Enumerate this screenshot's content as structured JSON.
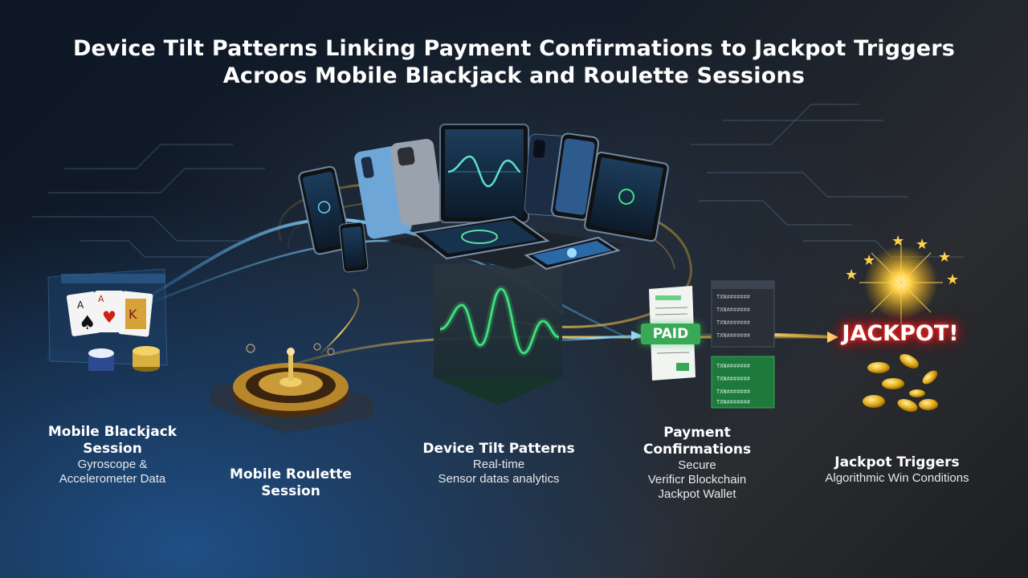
{
  "title": {
    "line1": "Device Tilt Patterns Linking Payment Confirmations to Jackpot Triggers",
    "line2": "Acroos Mobile Blackjack and Roulette Sessions"
  },
  "stages": {
    "blackjack": {
      "heading_line1": "Mobile Blackjack",
      "heading_line2": "Session",
      "sub_line1": "Gyroscope &",
      "sub_line2": "Accelerometer Data"
    },
    "roulette": {
      "heading_line1": "Mobile Roulette",
      "heading_line2": "Session"
    },
    "tilt": {
      "heading": "Device Tilt Patterns",
      "sub_line1": "Real-time",
      "sub_line2": "Sensor datas analytics"
    },
    "payment": {
      "heading_line1": "Payment",
      "heading_line2": "Confirmations",
      "sub_line1": "Secure",
      "sub_line2": "Verificr Blockchain",
      "sub_line3": "Jackpot Wallet"
    },
    "jackpot": {
      "heading": "Jackpot Triggers",
      "sub": "Algorithmic Win Conditions"
    }
  },
  "badges": {
    "paid": "PAID",
    "jackpot": "JACKPOT!"
  },
  "colors": {
    "tilt_wave": "#3ee07a",
    "flow_gold": "#f2b636",
    "flow_blue": "#4ab4ff",
    "jackpot_glow": "#ff2a2a",
    "paid_green": "#3aa957"
  },
  "icons": [
    "playing-cards-icon",
    "poker-chips-icon",
    "roulette-wheel-icon",
    "smartphone-icon",
    "tablet-icon",
    "receipt-icon",
    "ledger-icon",
    "stars-icon",
    "gold-coins-icon"
  ]
}
